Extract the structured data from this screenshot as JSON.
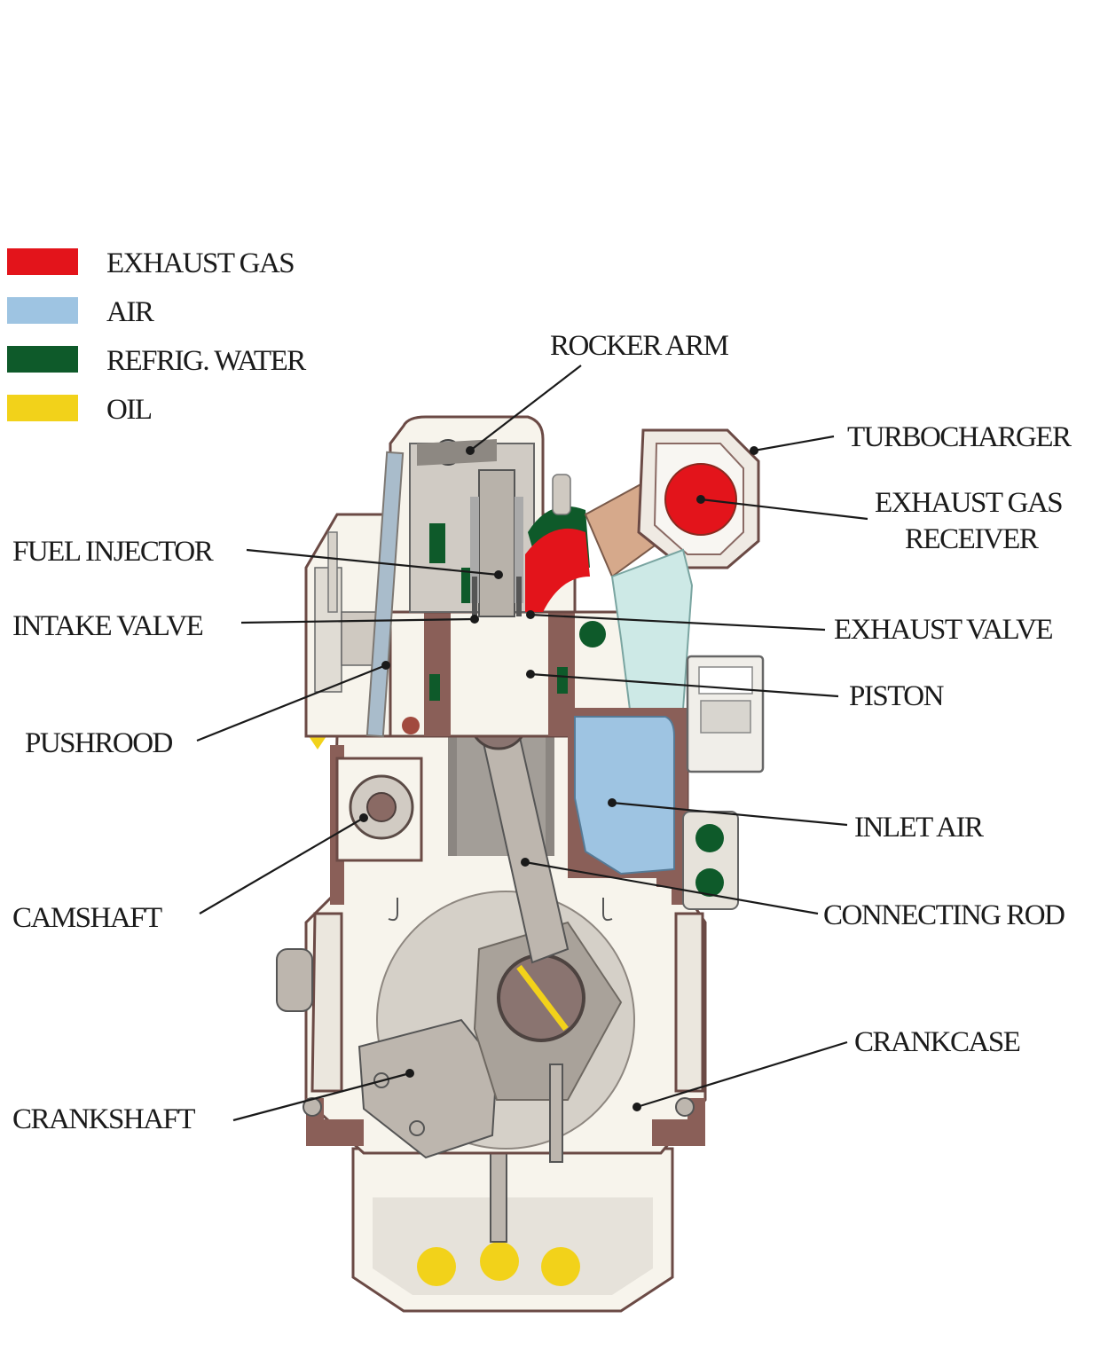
{
  "colors": {
    "exhaust_gas": "#e3141b",
    "air": "#9ec4e2",
    "refrig_water": "#0e5a2a",
    "oil": "#f2d21a",
    "casing": "#f7f4ec",
    "frame": "#8a5f58",
    "metal": "#bdb6ae",
    "steel_dark": "#7d7873"
  },
  "legend": [
    {
      "key": "exhaust_gas",
      "label": "EXHAUST GAS"
    },
    {
      "key": "air",
      "label": "AIR"
    },
    {
      "key": "refrig_water",
      "label": "REFRIG. WATER"
    },
    {
      "key": "oil",
      "label": "OIL"
    }
  ],
  "labels": {
    "rocker_arm": "ROCKER ARM",
    "turbocharger": "TURBOCHARGER",
    "exhaust_gas_receiver_1": "EXHAUST GAS",
    "exhaust_gas_receiver_2": "RECEIVER",
    "fuel_injector": "FUEL INJECTOR",
    "intake_valve": "INTAKE VALVE",
    "exhaust_valve": "EXHAUST VALVE",
    "piston": "PISTON",
    "pushrood": "PUSHROOD",
    "inlet_air": "INLET AIR",
    "camshaft": "CAMSHAFT",
    "connecting_rod": "CONNECTING ROD",
    "crankcase": "CRANKCASE",
    "crankshaft": "CRANKSHAFT"
  },
  "icons": {
    "legend_swatch": "color-swatch-icon",
    "callout_dot": "callout-dot-icon"
  }
}
